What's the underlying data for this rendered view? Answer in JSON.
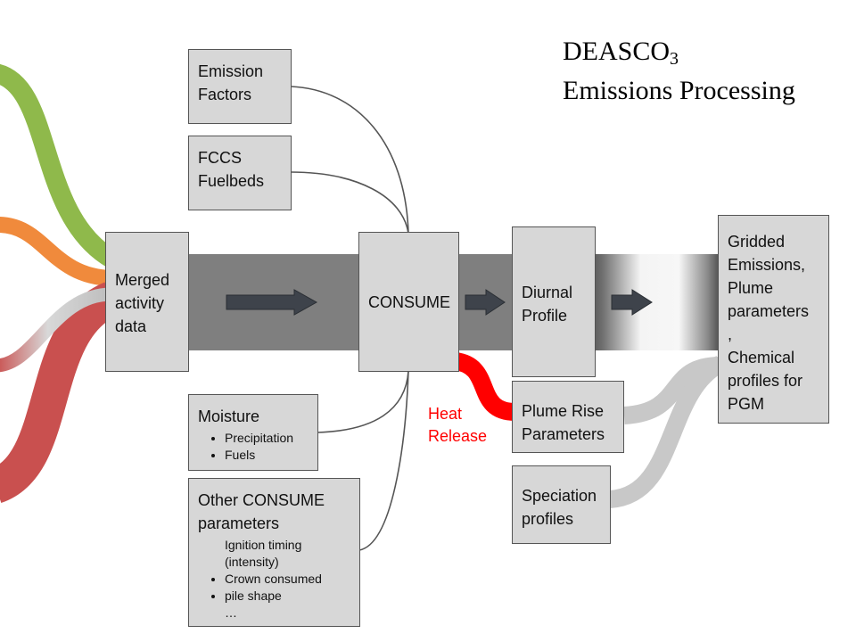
{
  "title": {
    "line1_main": "DEASCO",
    "line1_sub": "3",
    "line2": "Emissions Processing"
  },
  "boxes": {
    "emission_factors": "Emission\nFactors",
    "fccs_fuelbeds": "FCCS\nFuelbeds",
    "merged_activity": "Merged\nactivity\ndata",
    "consume": "CONSUME",
    "diurnal_profile": "Diurnal\nProfile",
    "gridded_emissions": "Gridded\nEmissions,\nPlume\nparameters\n,\nChemical\nprofiles for\nPGM",
    "plume_rise": "Plume Rise\nParameters",
    "speciation": "Speciation\nprofiles",
    "moisture": {
      "title": "Moisture",
      "items": [
        "Precipitation",
        "Fuels"
      ]
    },
    "other_consume": {
      "title": "Other CONSUME\nparameters",
      "items": [
        "Ignition timing\n(intensity)",
        "Crown consumed",
        "pile shape"
      ],
      "tail": "…"
    }
  },
  "heat_release": "Heat\nRelease",
  "colors": {
    "box_fill": "#d7d7d7",
    "box_border": "#555555",
    "main_band": "#7f7f7f",
    "arrow": "#3e434b",
    "heat_release": "#ff0000",
    "green_stream": "#8fb94b",
    "orange_stream": "#f08a3c",
    "red_stream": "#c9504f",
    "grey_stream": "#c8c8c8"
  }
}
